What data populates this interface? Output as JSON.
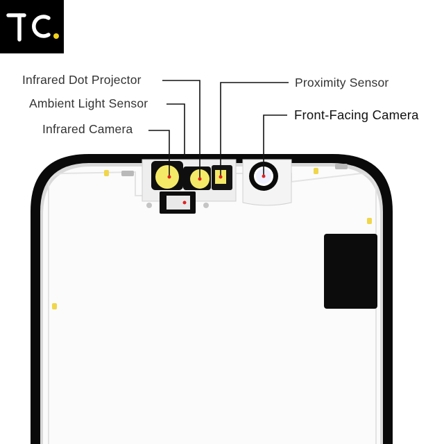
{
  "brand": {
    "logo_text": "TC"
  },
  "labels": {
    "infrared_dot_projector": "Infrared Dot Projector",
    "ambient_light_sensor": "Ambient Light Sensor",
    "infrared_camera": "Infrared Camera",
    "proximity_sensor": "Proximity Sensor",
    "front_facing_camera": "Front-Facing Camera"
  },
  "colors": {
    "frame": "#0a0a0a",
    "panel": "#ffffff",
    "panel_border": "#e3e3e3",
    "sensor_yellow": "#f4ea68",
    "marker_red": "#e32020",
    "leader_line": "#111111",
    "logo_accent": "#f2d21b"
  }
}
